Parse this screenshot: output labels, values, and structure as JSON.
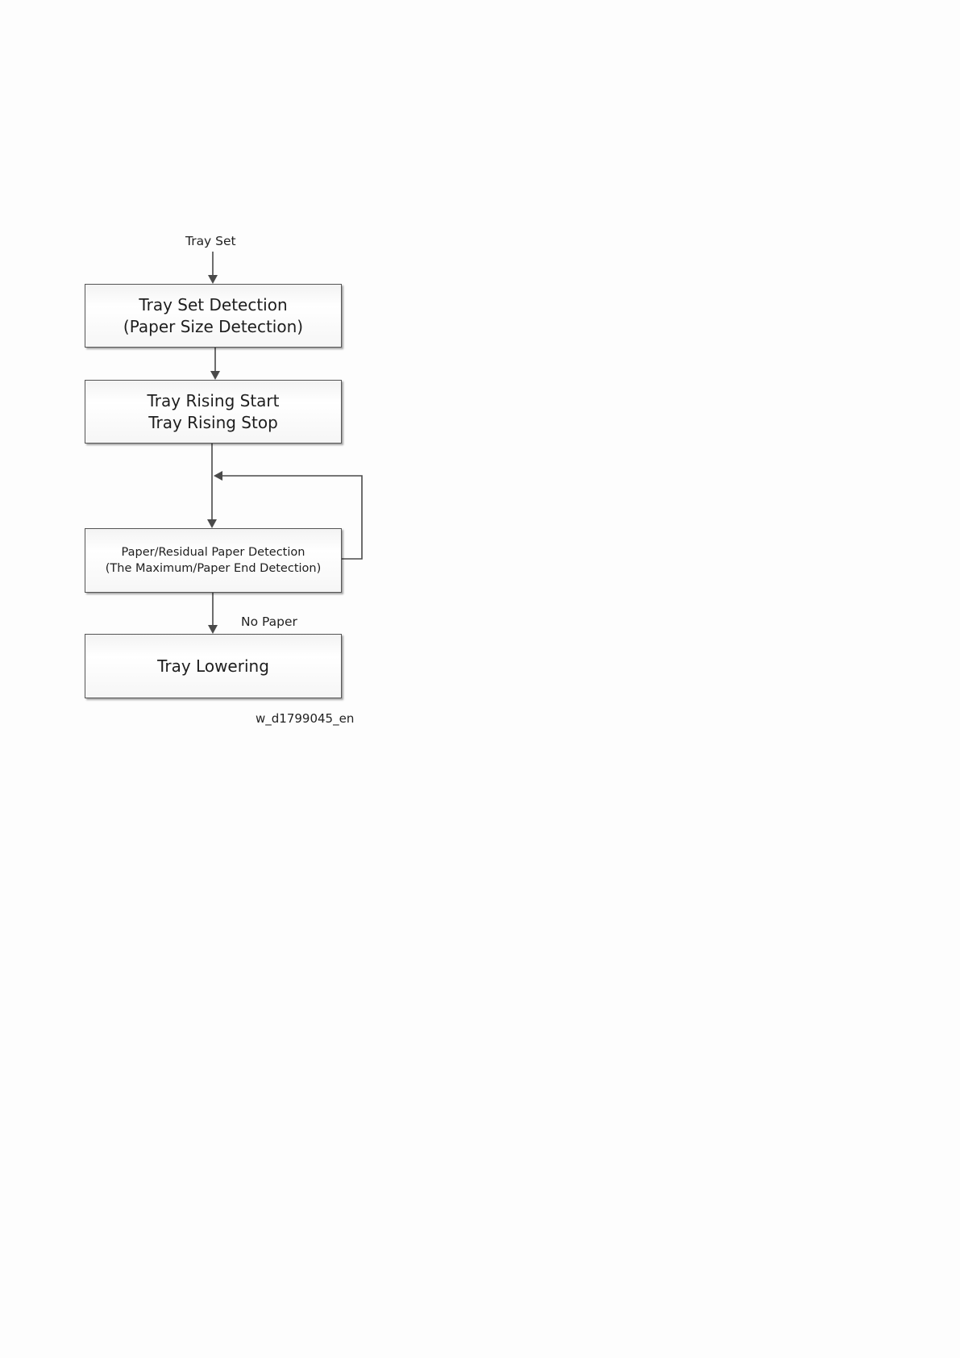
{
  "flowchart": {
    "start_label": "Tray Set",
    "nodes": [
      {
        "id": "tray-set-detection",
        "lines": [
          "Tray Set Detection",
          "(Paper Size Detection)"
        ]
      },
      {
        "id": "tray-rising",
        "lines": [
          "Tray Rising Start",
          "Tray Rising Stop"
        ]
      },
      {
        "id": "paper-detection",
        "lines": [
          "Paper/Residual Paper Detection",
          "(The Maximum/Paper End Detection)"
        ]
      },
      {
        "id": "tray-lowering",
        "lines": [
          "Tray Lowering"
        ]
      }
    ],
    "edge_labels": {
      "no_paper": "No Paper"
    },
    "figure_id": "w_d1799045_en"
  },
  "colors": {
    "line": "#4a4a4a",
    "box_border": "#555555",
    "background": "#fdfdfd"
  }
}
